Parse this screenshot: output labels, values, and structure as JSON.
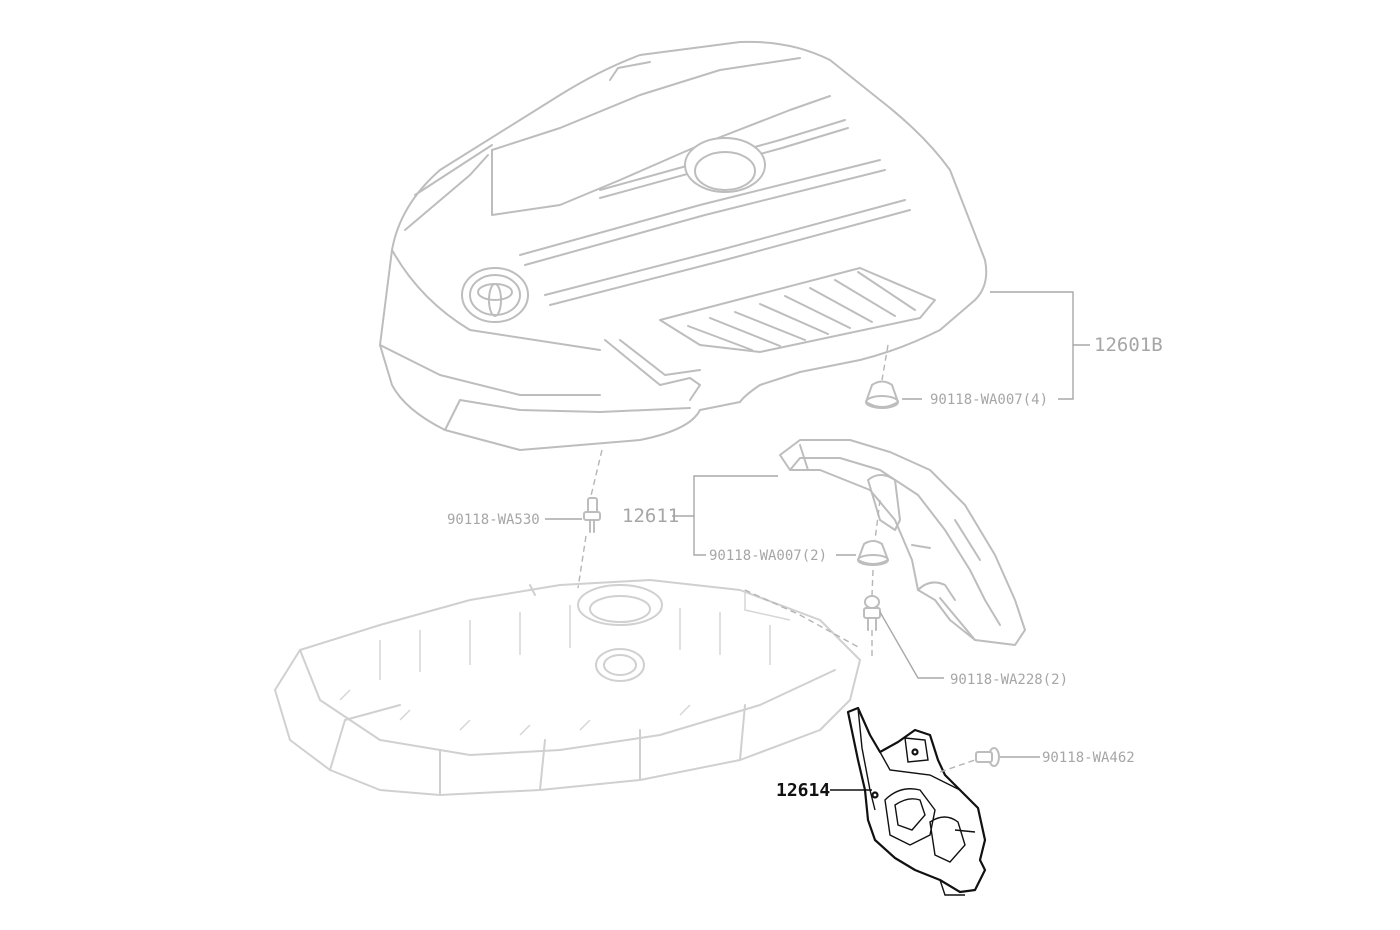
{
  "diagram": {
    "parts": {
      "engine_cover": {
        "number": "12601B"
      },
      "cover_clip_a": {
        "number": "90118-WA007(4)"
      },
      "stud_bolt": {
        "number": "90118-WA530"
      },
      "rear_cover": {
        "number": "12611"
      },
      "cover_clip_b": {
        "number": "90118-WA007(2)"
      },
      "grommet_bolt": {
        "number": "90118-WA228(2)"
      },
      "insulator": {
        "number": "12614"
      },
      "insulator_bolt": {
        "number": "90118-WA462"
      }
    },
    "highlighted_part": "12614",
    "colors": {
      "ghost": "#bdbdbd",
      "highlight": "#111111",
      "label": "#a6a6a6"
    },
    "icons": [
      "toyota-emblem-icon",
      "clip-icon",
      "bolt-icon",
      "stud-icon"
    ]
  }
}
